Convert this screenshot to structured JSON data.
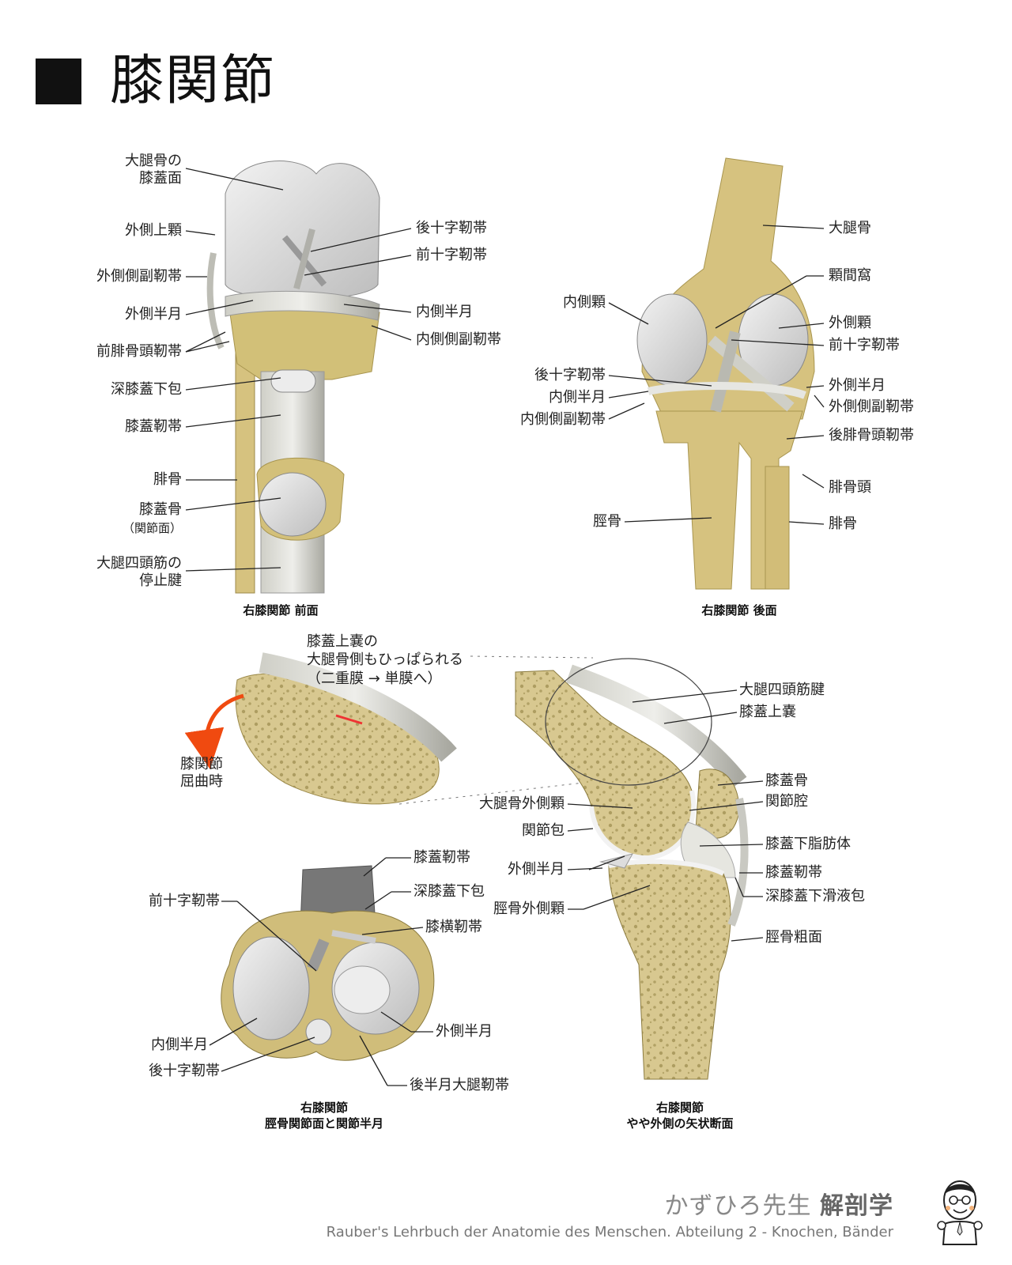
{
  "title": "膝関節",
  "panels": {
    "anterior": {
      "caption": "右膝関節 前面",
      "labels": [
        "大腿骨の\n膝蓋面",
        "外側上顆",
        "外側側副靭帯",
        "外側半月",
        "前腓骨頭靭帯",
        "深膝蓋下包",
        "膝蓋靭帯",
        "腓骨",
        "膝蓋骨",
        "（関節面）",
        "大腿四頭筋の\n停止腱",
        "後十字靭帯",
        "前十字靭帯",
        "内側半月",
        "内側側副靭帯"
      ]
    },
    "posterior": {
      "caption": "右膝関節 後面",
      "labels": [
        "大腿骨",
        "顆間窩",
        "外側顆",
        "前十字靭帯",
        "外側半月",
        "外側側副靭帯",
        "後腓骨頭靭帯",
        "腓骨頭",
        "腓骨",
        "内側顆",
        "後十字靭帯",
        "内側半月",
        "内側側副靭帯",
        "脛骨"
      ]
    },
    "detail": {
      "note": "膝蓋上嚢の\n大腿骨側もひっぱられる\n（二重膜 → 単膜へ）",
      "flexion": "膝関節\n屈曲時"
    },
    "tibial": {
      "caption": "右膝関節\n脛骨関節面と関節半月",
      "labels": [
        "膝蓋靭帯",
        "深膝蓋下包",
        "膝横靭帯",
        "前十字靭帯",
        "外側半月",
        "内側半月",
        "後十字靭帯",
        "後半月大腿靭帯"
      ]
    },
    "sagittal": {
      "caption": "右膝関節\nやや外側の矢状断面",
      "labels": [
        "大腿四頭筋腱",
        "膝蓋上嚢",
        "膝蓋骨",
        "関節腔",
        "膝蓋下脂肪体",
        "膝蓋靭帯",
        "深膝蓋下滑液包",
        "脛骨粗面",
        "大腿骨外側顆",
        "関節包",
        "外側半月",
        "脛骨外側顆"
      ]
    }
  },
  "footer": {
    "brand_name": "かずひろ先生",
    "brand_subject": "解剖学",
    "source": "Rauber's Lehrbuch der Anatomie des Menschen. Abteilung 2 - Knochen, Bänder"
  },
  "colors": {
    "bone": "#d8c890",
    "bone_dark": "#b8a665",
    "cartilage": "#e4e4e4",
    "ligament": "#c9c9c2",
    "accent_arrow": "#f04a10"
  }
}
